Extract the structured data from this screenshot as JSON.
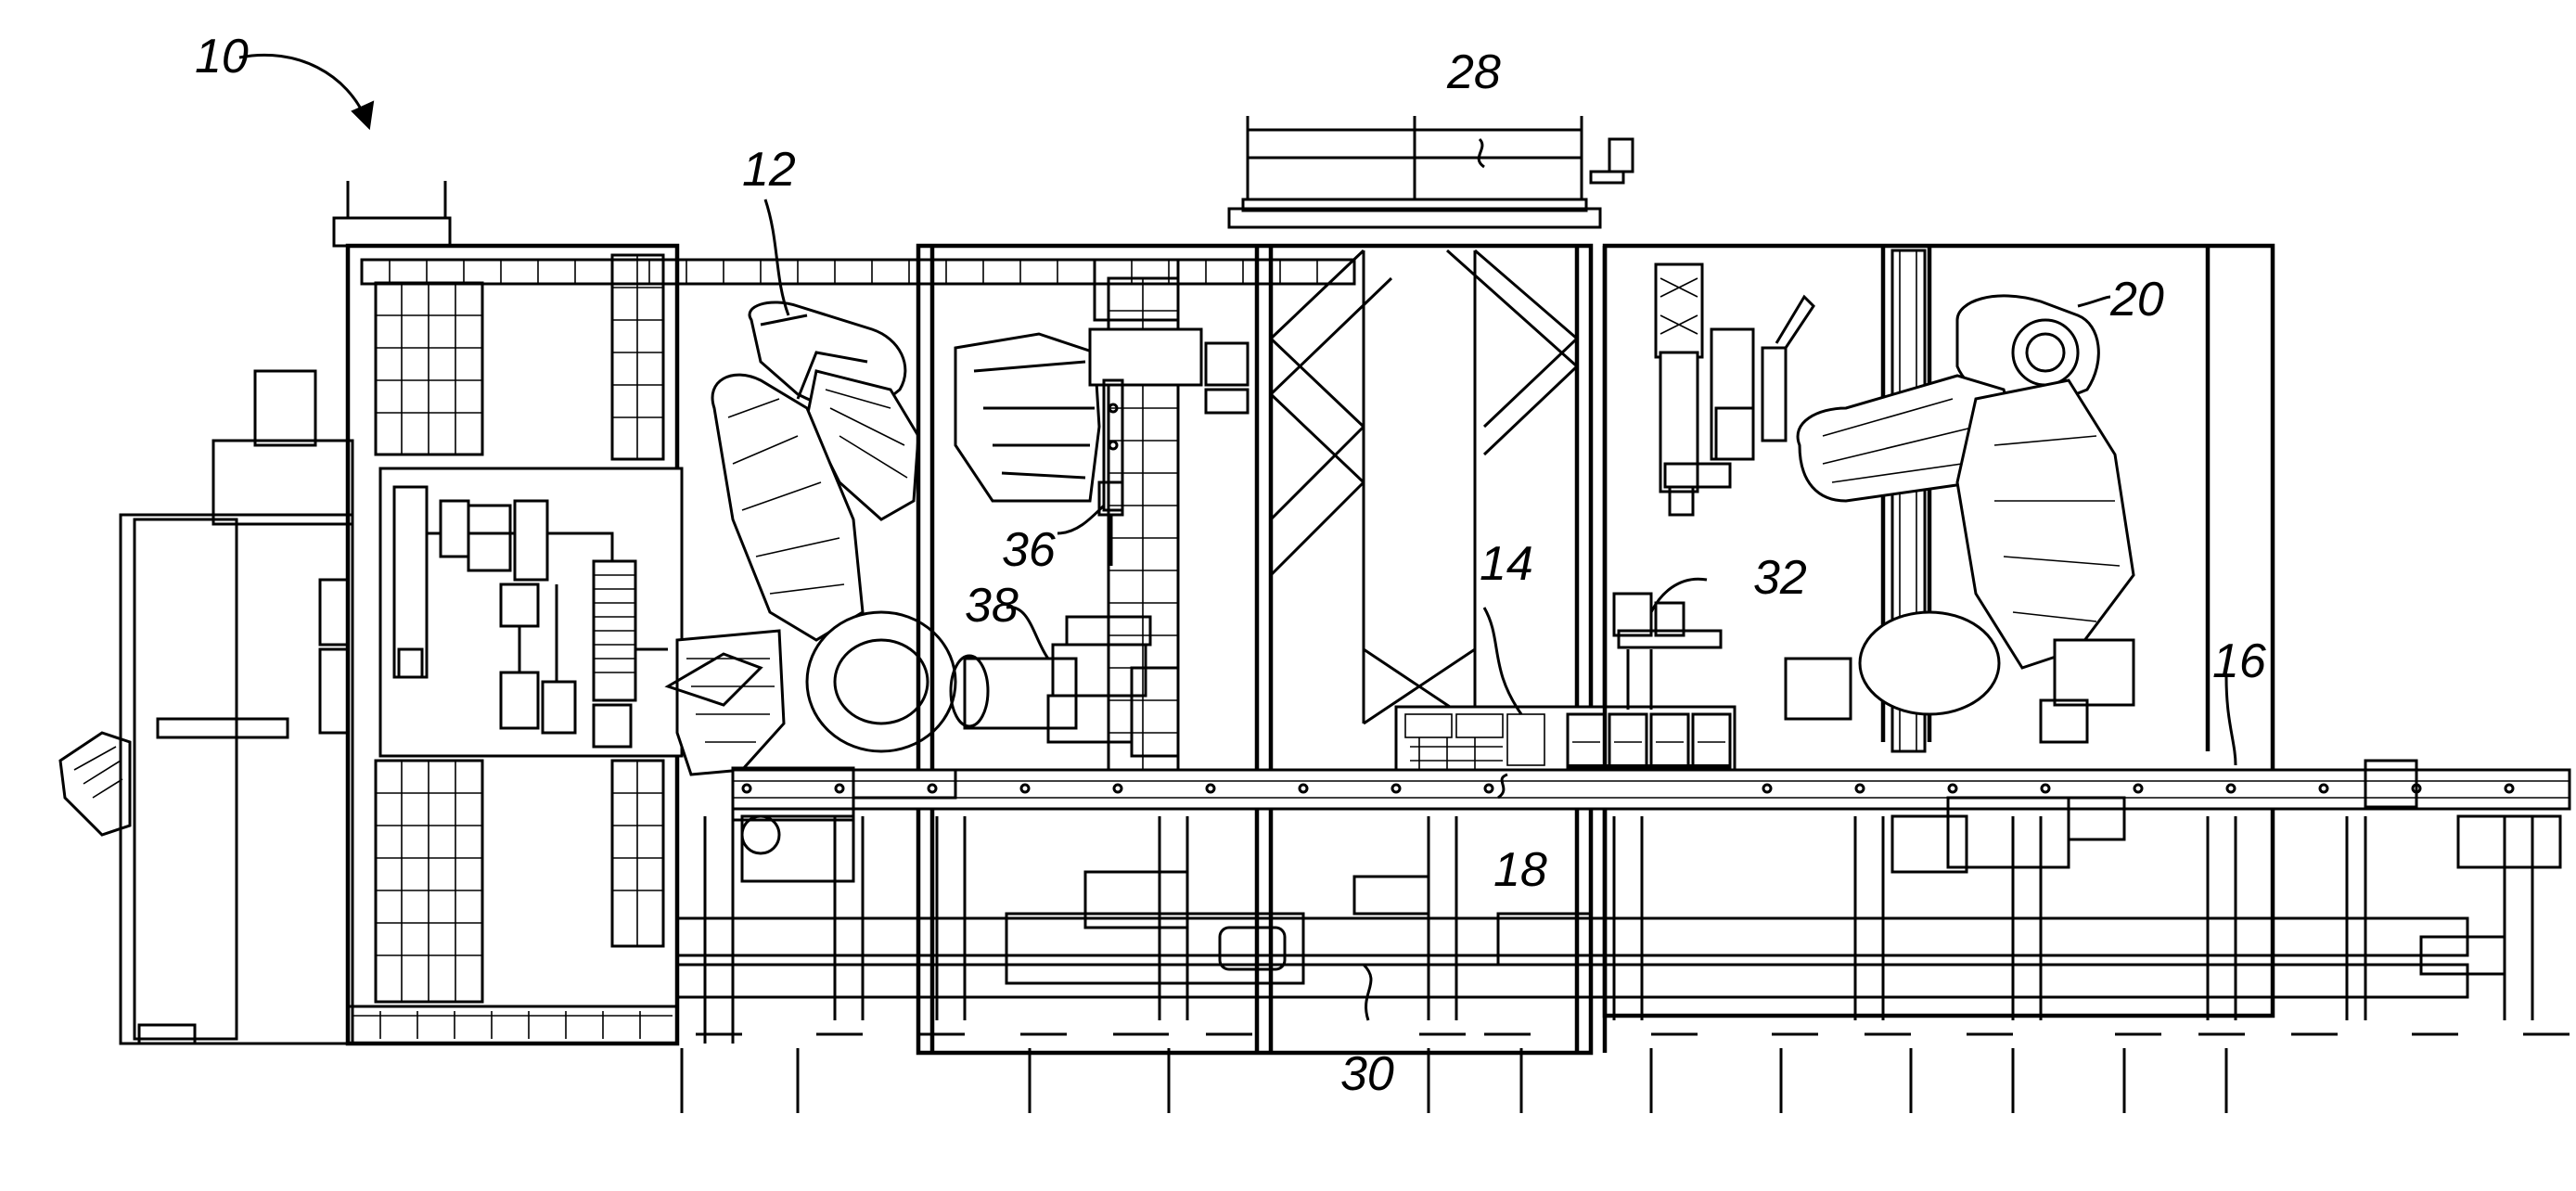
{
  "figure": {
    "reference_labels": {
      "system": "10",
      "robot_left": "12",
      "fixture": "14",
      "conveyor": "16",
      "control_panel": "18",
      "robot_right": "20",
      "top_platform": "28",
      "base_rail": "30",
      "bracket": "32",
      "tool": "36",
      "station": "38"
    }
  },
  "colors": {
    "line": "#000000",
    "background": "#ffffff"
  }
}
